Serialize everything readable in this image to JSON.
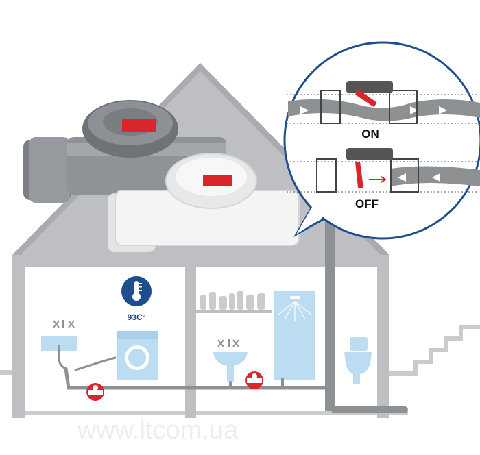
{
  "valve_states": {
    "on_label": "ON",
    "off_label": "OFF"
  },
  "temperature": {
    "label": "93C°"
  },
  "watermark": {
    "text": "www.ltcom.ua"
  },
  "colors": {
    "house_gray": "#b9bbbe",
    "pipe_gray": "#8e9194",
    "valve_red": "#d8262b",
    "fixture_blue": "#bcdcf2",
    "badge_blue": "#1f4e8f"
  }
}
